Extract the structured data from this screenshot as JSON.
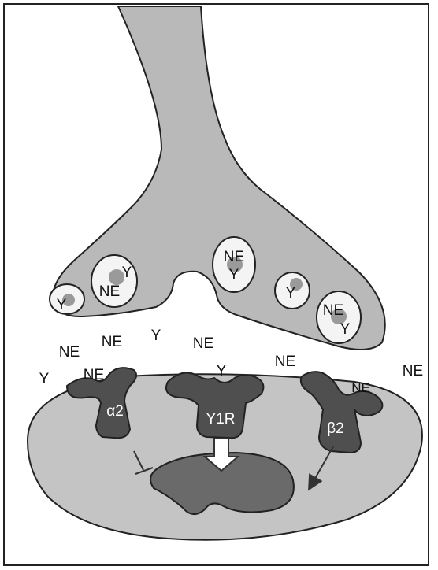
{
  "colors": {
    "neuron_fill": "#b9b9b9",
    "cell_fill": "#c4c4c4",
    "receptor_fill": "#4f4f4f",
    "nucleus_fill": "#6a6a6a",
    "vesicle_fill": "#f4f4f4",
    "outline": "#222222"
  },
  "vesicles": [
    {
      "label_top": "",
      "label_bottom": "Y"
    },
    {
      "label_top": "Y",
      "label_bottom": "NE"
    },
    {
      "label_top": "NE",
      "label_bottom": "Y"
    },
    {
      "label_top": "",
      "label_bottom": "Y"
    },
    {
      "label_top": "NE",
      "label_bottom": "Y"
    }
  ],
  "free_transmitters": [
    "NE",
    "NE",
    "Y",
    "NE",
    "Y",
    "NE",
    "Y",
    "NE",
    "NE",
    "NE"
  ],
  "receptors": {
    "alpha2": "α2",
    "y1r": "Y1R",
    "beta2": "β2"
  },
  "pathway_icons": {
    "alpha2": "inhibition-arrow",
    "y1r": "block-arrow",
    "beta2": "activation-arrow"
  }
}
